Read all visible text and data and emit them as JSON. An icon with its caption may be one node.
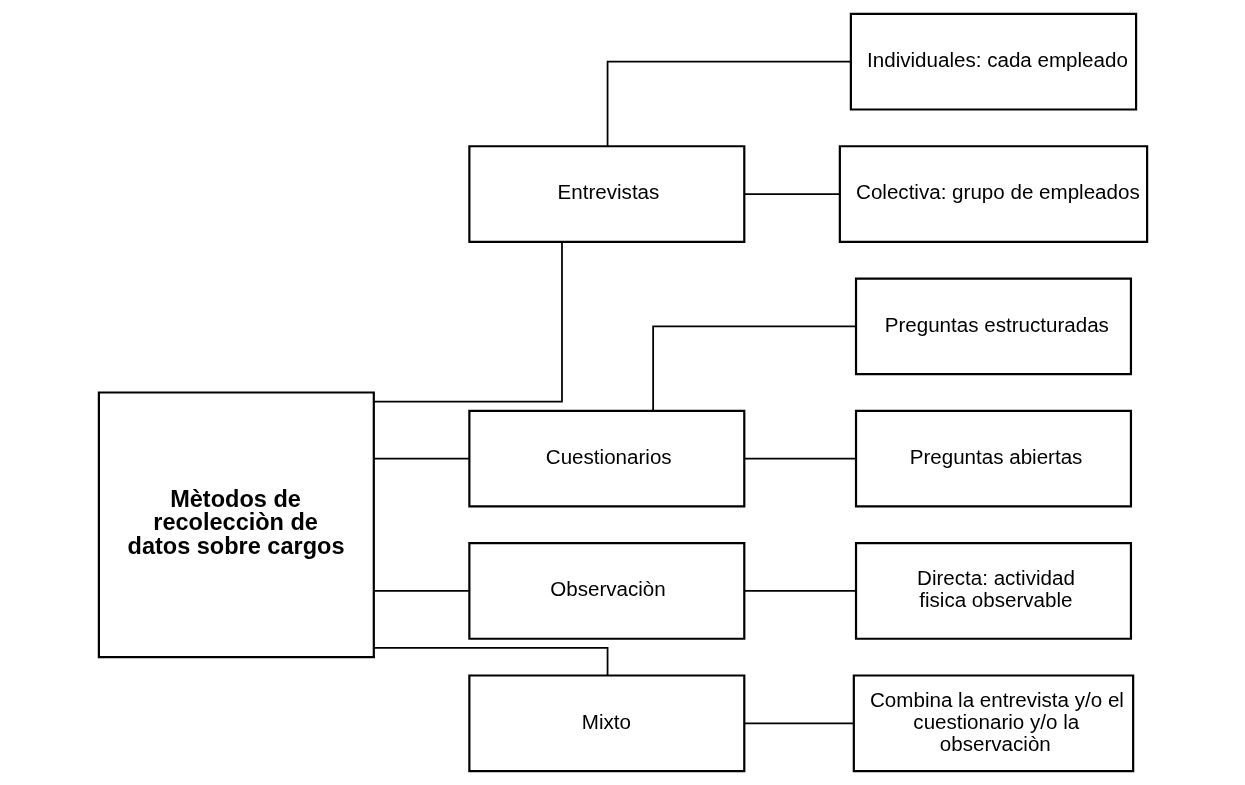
{
  "diagram": {
    "nodes": [
      {
        "text": [
          "Mètodos de recolecciòn de datos sobre cargos"
        ]
      },
      {
        "text": [
          "Entrevistas"
        ]
      },
      {
        "text": [
          "Individuales: cada empleado"
        ]
      },
      {
        "text": [
          "Colectiva: grupo de empleados"
        ]
      },
      {
        "text": [
          "Cuestionarios"
        ]
      },
      {
        "text": [
          "Preguntas estructuradas"
        ]
      },
      {
        "text": [
          "Preguntas abiertas"
        ]
      },
      {
        "text": [
          "Observaciòn"
        ]
      },
      {
        "text": [
          "Directa: actividad fisica observable"
        ]
      },
      {
        "text": [
          "Mixto"
        ]
      },
      {
        "text": [
          "Combina la entrevista y/o el cuestionario y/o la observaciòn"
        ]
      }
    ],
    "edges": [
      {
        "from": 0,
        "to": 1,
        "arrow": "none"
      },
      {
        "from": 0,
        "to": 4,
        "arrow": "none"
      },
      {
        "from": 0,
        "to": 7,
        "arrow": "none"
      },
      {
        "from": 0,
        "to": 9,
        "arrow": "none"
      },
      {
        "from": 1,
        "to": 2,
        "arrow": "none"
      },
      {
        "from": 1,
        "to": 3,
        "arrow": "none"
      },
      {
        "from": 4,
        "to": 5,
        "arrow": "none"
      },
      {
        "from": 4,
        "to": 6,
        "arrow": "none"
      },
      {
        "from": 7,
        "to": 8,
        "arrow": "none"
      },
      {
        "from": 9,
        "to": 10,
        "arrow": "none"
      }
    ]
  }
}
